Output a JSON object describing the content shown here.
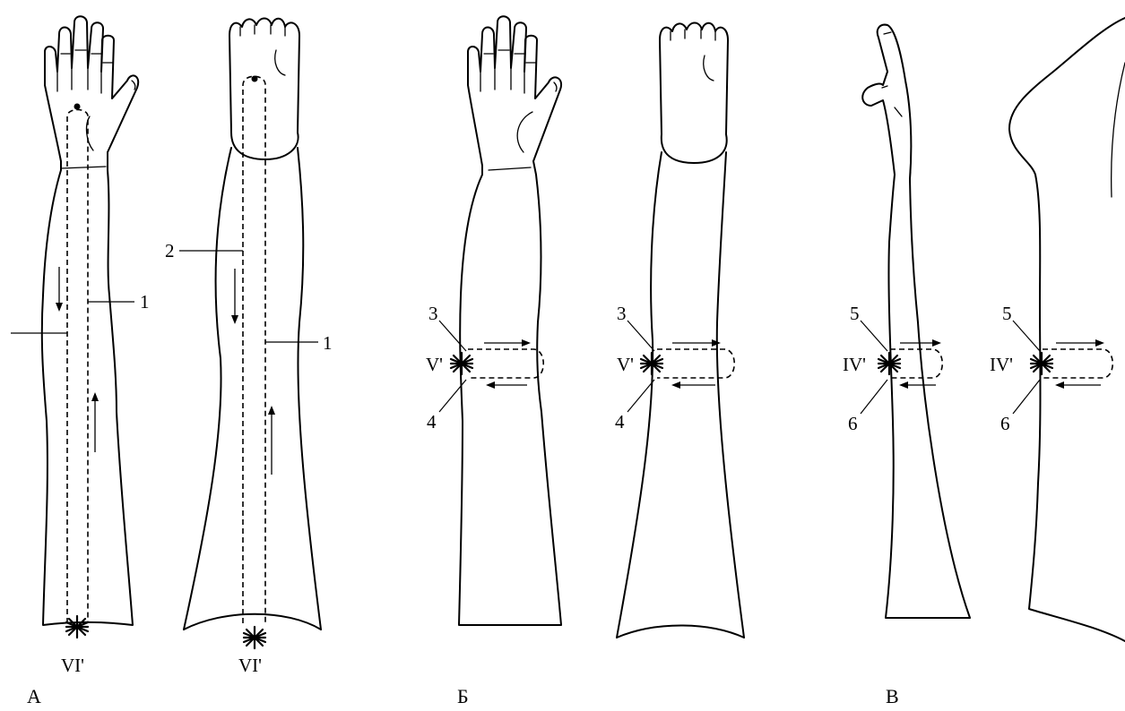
{
  "panels": [
    {
      "id": "A",
      "label": "А",
      "points": [
        "VI'",
        "VI'"
      ],
      "leaders": [
        "1",
        "2",
        "1"
      ]
    },
    {
      "id": "B",
      "label": "Б",
      "points": [
        "V'",
        "V'"
      ],
      "leaders": [
        "3",
        "4",
        "3",
        "4"
      ]
    },
    {
      "id": "V",
      "label": "В",
      "points": [
        "IV'",
        "IV'"
      ],
      "leaders": [
        "5",
        "6",
        "5",
        "6"
      ]
    }
  ]
}
